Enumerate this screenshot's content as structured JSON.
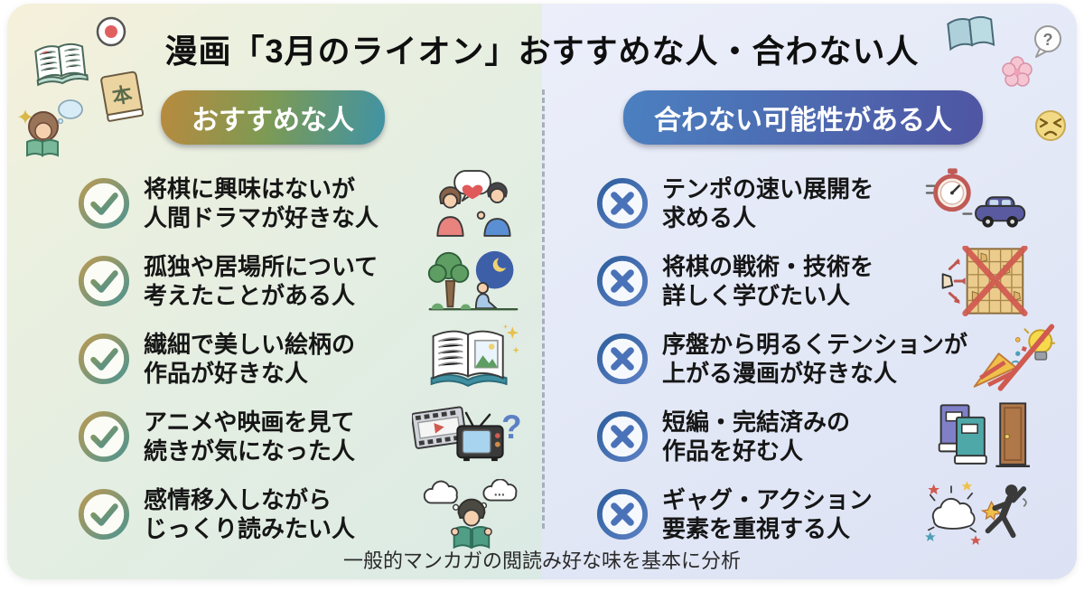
{
  "title": "漫画「3月のライオン」おすすめな人・合わない人",
  "footer": "一般的マンカガの閲読み好な味を基本に分析",
  "left": {
    "header": "おすすめな人",
    "mark_icon": "check-circle-icon",
    "items": [
      {
        "line1": "将棋に興味はないが",
        "line2": "人間ドラマが好きな人",
        "icon": "couple-talking-heart-icon"
      },
      {
        "line1": "孤独や居場所について",
        "line2": "考えたことがある人",
        "icon": "tree-night-person-icon"
      },
      {
        "line1": "繊細で美しい絵柄の",
        "line2": "作品が好きな人",
        "icon": "open-book-sparkle-icon"
      },
      {
        "line1": "アニメや映画を見て",
        "line2": "続きが気になった人",
        "icon": "film-tv-question-icon",
        "glyph": "?"
      },
      {
        "line1": "感情移入しながら",
        "line2": "じっくり読みたい人",
        "icon": "reading-thinking-icon",
        "dots": "..."
      }
    ]
  },
  "right": {
    "header": "合わない可能性がある人",
    "mark_icon": "cross-circle-icon",
    "items": [
      {
        "line1": "テンポの速い展開を",
        "line2": "求める人",
        "icon": "stopwatch-car-icon"
      },
      {
        "line1": "将棋の戦術・技術を",
        "line2": "詳しく学びたい人",
        "icon": "shogi-board-crossed-icon"
      },
      {
        "line1": "序盤から明るくテンションが",
        "line2": "上がる漫画が好きな人",
        "icon": "party-popper-crossed-icon"
      },
      {
        "line1": "短編・完結済みの",
        "line2": "作品を好む人",
        "icon": "books-door-icon"
      },
      {
        "line1": "ギャグ・アクション",
        "line2": "要素を重視する人",
        "icon": "action-explosion-icon"
      }
    ]
  },
  "decorations": {
    "top_left": [
      "red-dot-badge-icon",
      "open-book-icon",
      "kanji-book-icon",
      "reading-girl-icon",
      "sparkle-icon",
      "thought-bubble-icon"
    ],
    "top_right": [
      "open-book-icon",
      "question-bubble-icon",
      "cherry-blossom-icon",
      "annoyed-face-icon"
    ],
    "kanji_book_label": "本",
    "question_bubble_glyph": "?",
    "sparkle_glyph": "✦"
  },
  "colors": {
    "background_left": "#e4eee2",
    "background_right": "#e3e8f7",
    "check_gradient": [
      "#b99a55",
      "#4f948f"
    ],
    "cross_gradient": [
      "#2e5f9d",
      "#5b80c4"
    ],
    "pill_left_gradient": [
      "#b98a3e",
      "#7d9a54",
      "#3f93a6"
    ],
    "pill_right_gradient": [
      "#4b80c0",
      "#4f55a2"
    ],
    "text": "#161616"
  }
}
